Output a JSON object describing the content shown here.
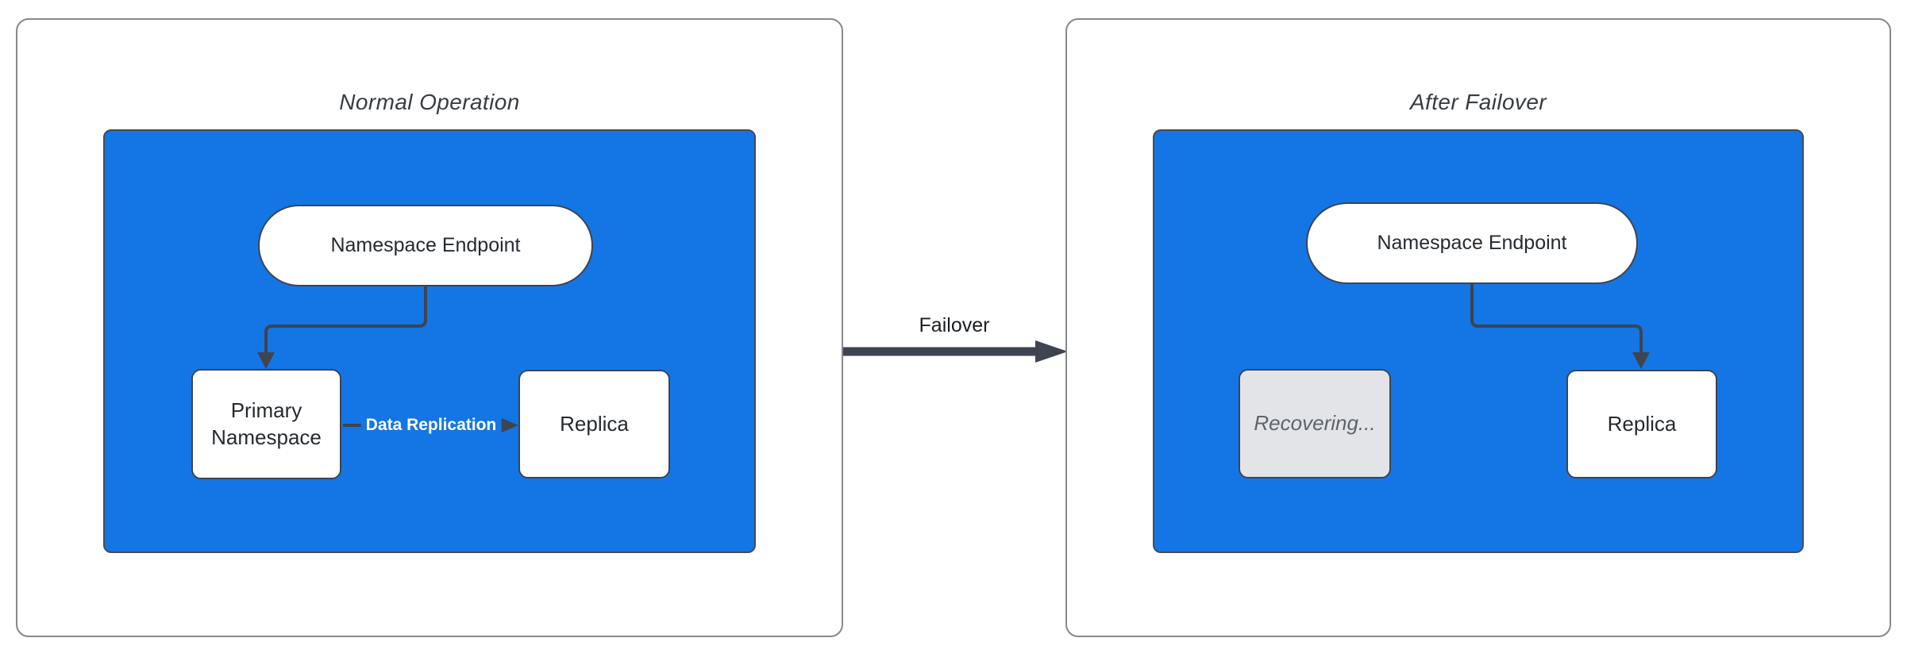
{
  "diagram": {
    "left_panel": {
      "title": "Normal Operation",
      "nodes": {
        "endpoint": {
          "label": "Namespace Endpoint"
        },
        "primary": {
          "label": "Primary Namespace"
        },
        "replica": {
          "label": "Replica"
        }
      },
      "edges": {
        "replication": {
          "label": "Data Replication"
        }
      }
    },
    "transition": {
      "label": "Failover"
    },
    "right_panel": {
      "title": "After Failover",
      "nodes": {
        "endpoint": {
          "label": "Namespace Endpoint"
        },
        "recovering": {
          "label": "Recovering..."
        },
        "replica": {
          "label": "Replica"
        }
      }
    },
    "colors": {
      "container_fill": "#1476E4",
      "node_fill": "#FFFFFF",
      "node_border": "#3E4450",
      "connector": "#3E4450",
      "disabled_fill": "#E2E4E8",
      "disabled_text": "#5D646C",
      "edge_label_text": "#FFFFFF",
      "panel_border": "#85888C",
      "title_text": "#383D42"
    }
  }
}
